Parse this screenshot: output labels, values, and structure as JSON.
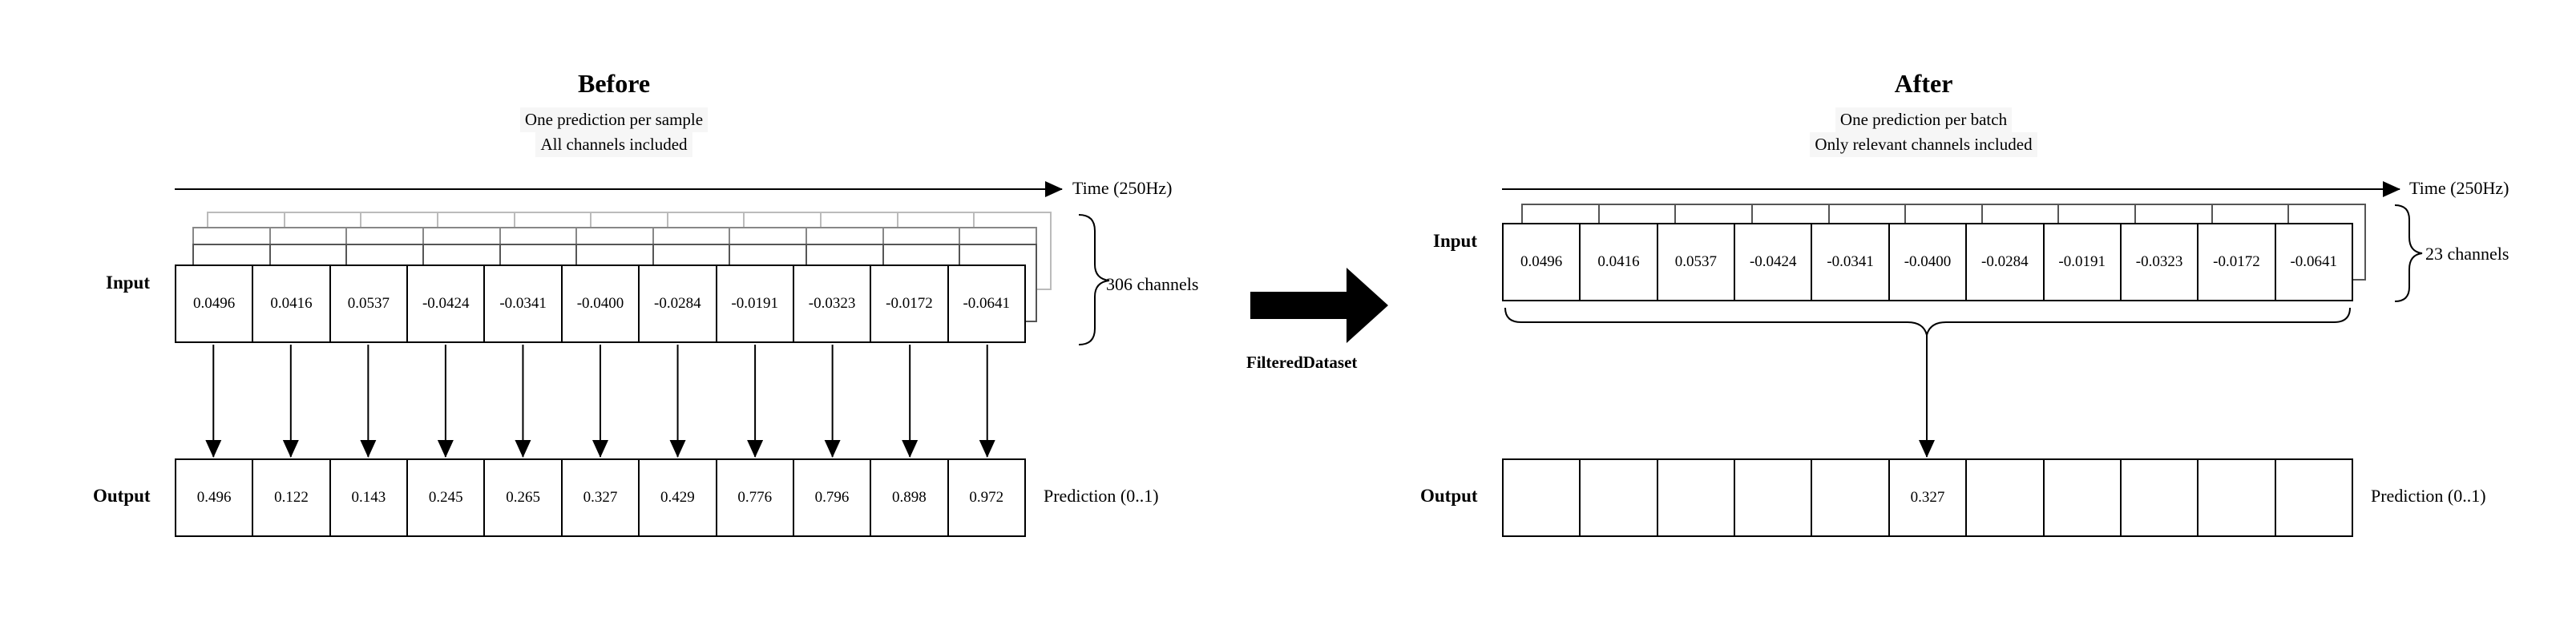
{
  "before": {
    "title": "Before",
    "subtitle_line1": "One prediction per sample",
    "subtitle_line2": "All channels included",
    "time_label": "Time (250Hz)",
    "input_label": "Input",
    "output_label": "Output",
    "channels_label": "306 channels",
    "prediction_label": "Prediction (0..1)",
    "input_values": [
      "0.0496",
      "0.0416",
      "0.0537",
      "-0.0424",
      "-0.0341",
      "-0.0400",
      "-0.0284",
      "-0.0191",
      "-0.0323",
      "-0.0172",
      "-0.0641"
    ],
    "output_values": [
      "0.496",
      "0.122",
      "0.143",
      "0.245",
      "0.265",
      "0.327",
      "0.429",
      "0.776",
      "0.796",
      "0.898",
      "0.972"
    ]
  },
  "transform": {
    "label": "FilteredDataset"
  },
  "after": {
    "title": "After",
    "subtitle_line1": "One prediction per batch",
    "subtitle_line2": "Only relevant channels included",
    "time_label": "Time (250Hz)",
    "input_label": "Input",
    "output_label": "Output",
    "channels_label": "23 channels",
    "prediction_label": "Prediction (0..1)",
    "input_values": [
      "0.0496",
      "0.0416",
      "0.0537",
      "-0.0424",
      "-0.0341",
      "-0.0400",
      "-0.0284",
      "-0.0191",
      "-0.0323",
      "-0.0172",
      "-0.0641"
    ],
    "output_values": [
      "",
      "",
      "",
      "",
      "",
      "0.327",
      "",
      "",
      "",
      "",
      ""
    ]
  }
}
